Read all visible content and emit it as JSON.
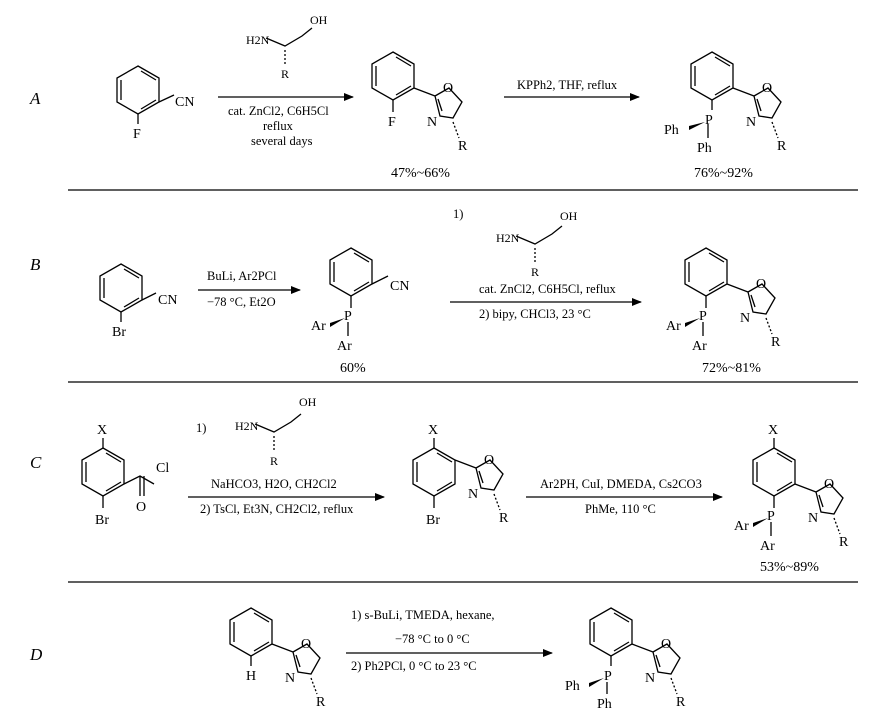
{
  "rows": {
    "A": {
      "label": "A",
      "reactant_atoms": [
        "CN",
        "F"
      ],
      "reagent_atoms": [
        "OH",
        "H2N",
        "R"
      ],
      "conditions": [
        "cat. ZnCl2, C6H5Cl",
        "reflux",
        "several days"
      ],
      "intermediate_atoms": [
        "O",
        "N",
        "F",
        "R"
      ],
      "intermediate_yield": "47%~66%",
      "step2_conditions": [
        "KPPh2, THF, reflux"
      ],
      "product_atoms": [
        "O",
        "N",
        "P",
        "Ph",
        "Ph",
        "R"
      ],
      "product_yield": "76%~92%"
    },
    "B": {
      "label": "B",
      "reactant_atoms": [
        "CN",
        "Br"
      ],
      "step1_conditions": [
        "BuLi, Ar2PCl",
        "−78 °C, Et2O"
      ],
      "intermediate_atoms": [
        "CN",
        "P",
        "Ar",
        "Ar"
      ],
      "intermediate_yield": "60%",
      "step_number_1": "1)",
      "reagent_atoms": [
        "OH",
        "H2N",
        "R"
      ],
      "step2_conditions": [
        "cat. ZnCl2, C6H5Cl, reflux",
        "2) bipy, CHCl3, 23 °C"
      ],
      "product_atoms": [
        "O",
        "N",
        "P",
        "Ar",
        "Ar",
        "R"
      ],
      "product_yield": "72%~81%"
    },
    "C": {
      "label": "C",
      "reactant_atoms": [
        "X",
        "Cl",
        "O",
        "Br"
      ],
      "step_number_1": "1)",
      "reagent_atoms": [
        "OH",
        "H2N",
        "R"
      ],
      "step1_conditions": [
        "NaHCO3, H2O, CH2Cl2",
        "2) TsCl, Et3N, CH2Cl2, reflux"
      ],
      "intermediate_atoms": [
        "X",
        "O",
        "N",
        "Br",
        "R"
      ],
      "step2_conditions": [
        "Ar2PH, CuI, DMEDA, Cs2CO3",
        "PhMe, 110 °C"
      ],
      "product_atoms": [
        "X",
        "O",
        "N",
        "P",
        "Ar",
        "Ar",
        "R"
      ],
      "product_yield": "53%~89%"
    },
    "D": {
      "label": "D",
      "reactant_atoms": [
        "O",
        "N",
        "H",
        "R"
      ],
      "conditions": [
        "1) s-BuLi, TMEDA, hexane,",
        "−78 °C to 0 °C",
        "2) Ph2PCl, 0 °C to 23 °C"
      ],
      "product_atoms": [
        "O",
        "N",
        "P",
        "Ph",
        "Ph",
        "R"
      ]
    }
  }
}
